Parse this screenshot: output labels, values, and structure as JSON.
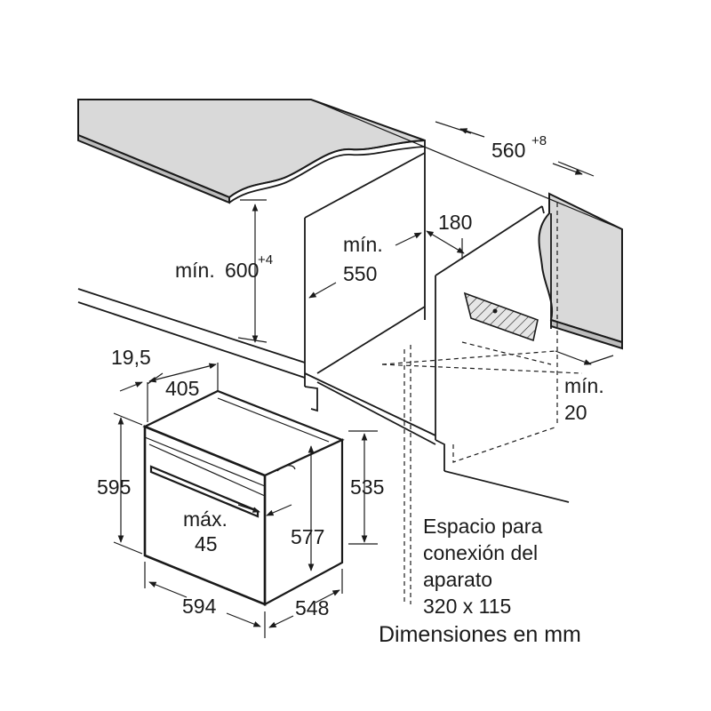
{
  "dimensions": {
    "counter_depth": {
      "value": "560",
      "superscript": "+8"
    },
    "min_height": {
      "prefix": "mín.",
      "value": "600",
      "superscript": "+4"
    },
    "min_width": {
      "line1": "mín.",
      "line2": "550"
    },
    "rear_gap": "180",
    "side_gap": {
      "line1": "mín.",
      "line2": "20"
    },
    "panel_thickness": "19,5",
    "door_depth": "405",
    "total_height": "595",
    "body_height": "535",
    "inner_height": "577",
    "handle_offset": {
      "line1": "máx.",
      "line2": "45"
    },
    "total_width": "594",
    "total_depth": "548"
  },
  "notes": {
    "connection_space": {
      "line1": "Espacio para",
      "line2": "conexión del",
      "line3": "aparato",
      "line4": "320 x 115"
    },
    "units": "Dimensiones en mm"
  },
  "colors": {
    "line": "#1a1a1a",
    "countertop": "#d9d9d9",
    "connection_hatch": "#d0d0d0"
  }
}
